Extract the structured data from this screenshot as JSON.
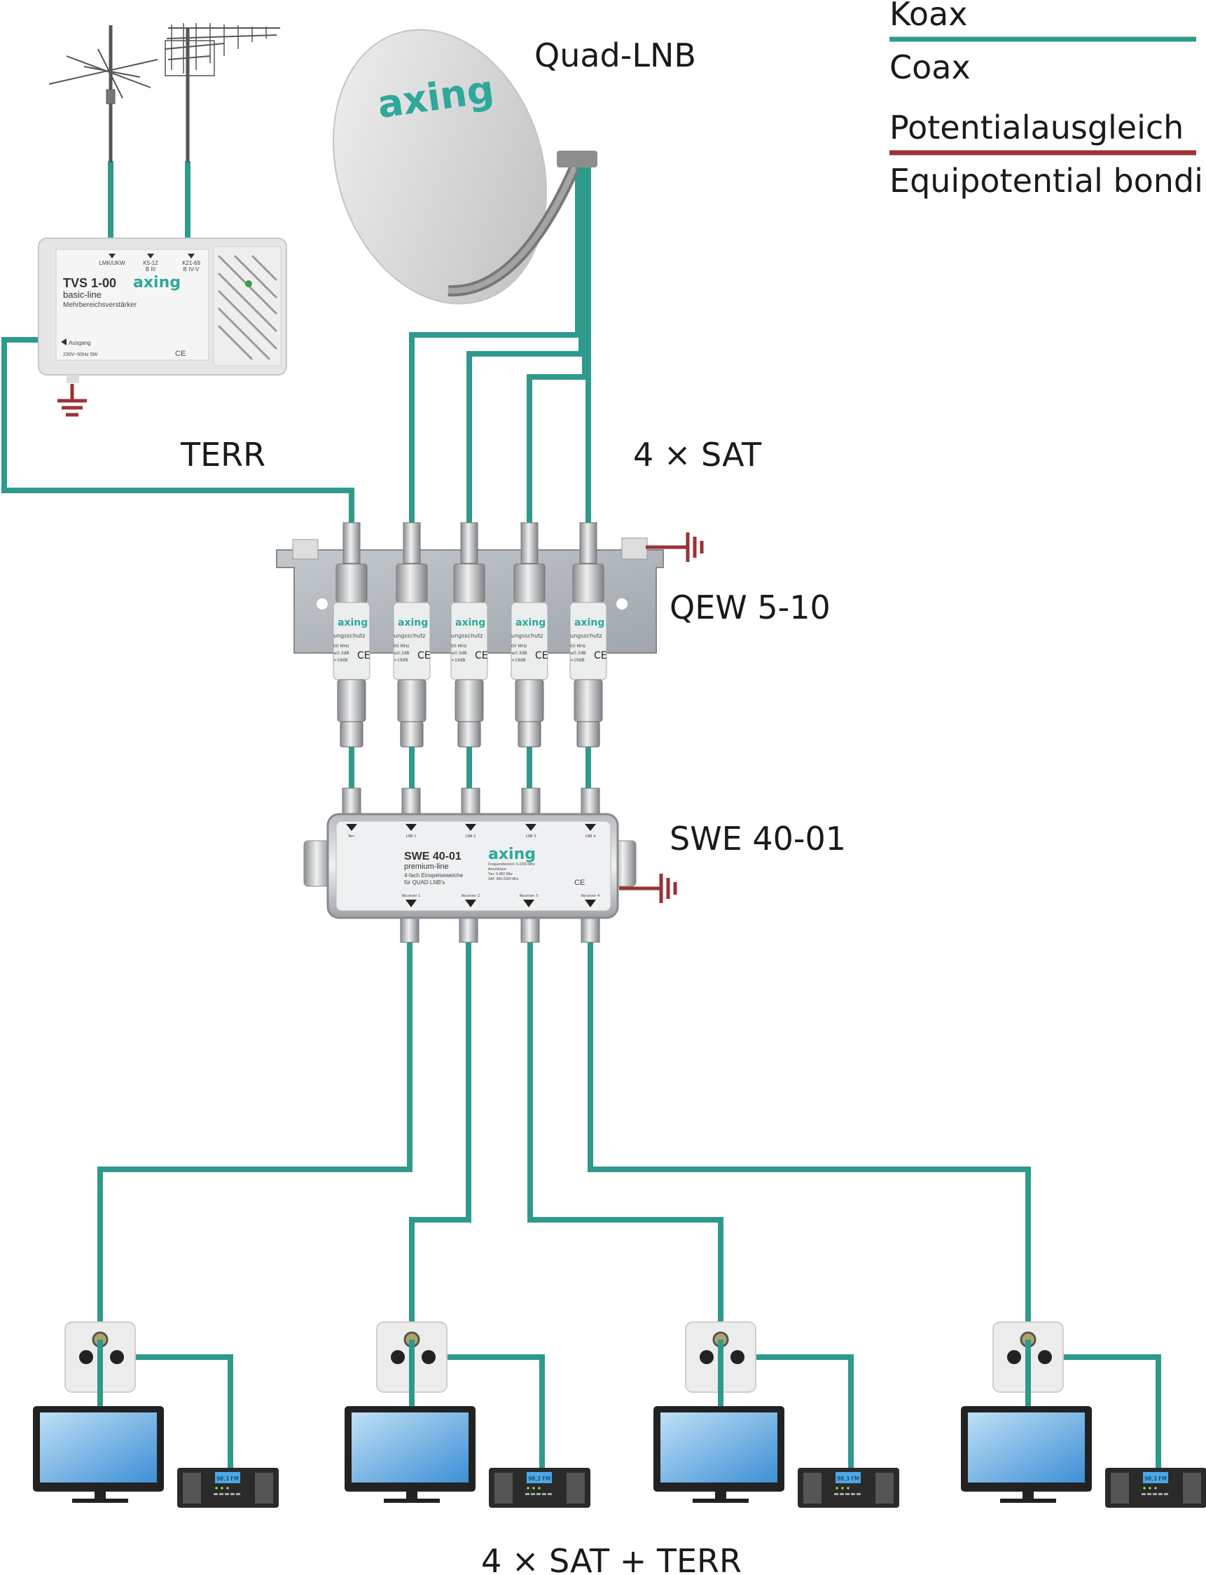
{
  "legend": {
    "coax_de": "Koax",
    "coax_en": "Coax",
    "bonding_de": "Potentialausgleich",
    "bonding_en": "Equipotential bonding",
    "coax_color": "#2e9a8c",
    "bonding_color": "#9b3236"
  },
  "labels": {
    "lnb": "Quad-LNB",
    "terr": "TERR",
    "sat": "4 × SAT",
    "qew": "QEW 5-10",
    "swe": "SWE 40-01",
    "bottom": "4 × SAT + TERR"
  },
  "dish": {
    "logo": "axing"
  },
  "amplifier": {
    "model": "TVS 1-00",
    "line": "basic-line",
    "type": "Mehrbereichsverstärker",
    "logo": "axing",
    "inputs": [
      "LMK/UKW",
      "K5-12",
      "K21-69"
    ],
    "inputs_band": [
      "",
      "B III",
      "B IV-V"
    ],
    "output": "Ausgang",
    "power": "230V~50Hz 5W",
    "ce": "CE"
  },
  "protector": {
    "logo": "axing",
    "text": "ungsschutz",
    "spec1": "00 MHz",
    "spec2": "≤0.3dB",
    "spec3": ">19dB",
    "ce": "CE"
  },
  "multiswitch": {
    "model": "SWE 40-01",
    "line": "premium-line",
    "desc1": "4-fach Einspeiseweiche",
    "desc2": "für QUAD LNB's",
    "logo": "axing",
    "spec1": "Frequenzbereich: 5-2200 Mhz",
    "spec2": "Anschlüsse:",
    "spec3": "Terr: 5-862 Mhz",
    "spec4": "SAT: 950-2200 Mhz",
    "inputs": [
      "Terr.",
      "LNB 1",
      "LNB 2",
      "LNB 3",
      "LNB 4"
    ],
    "outputs": [
      "Receiver 1",
      "Receiver 2",
      "Receiver 3",
      "Receiver 4"
    ],
    "ce": "CE"
  },
  "radio": {
    "display": "98,3 FM"
  }
}
